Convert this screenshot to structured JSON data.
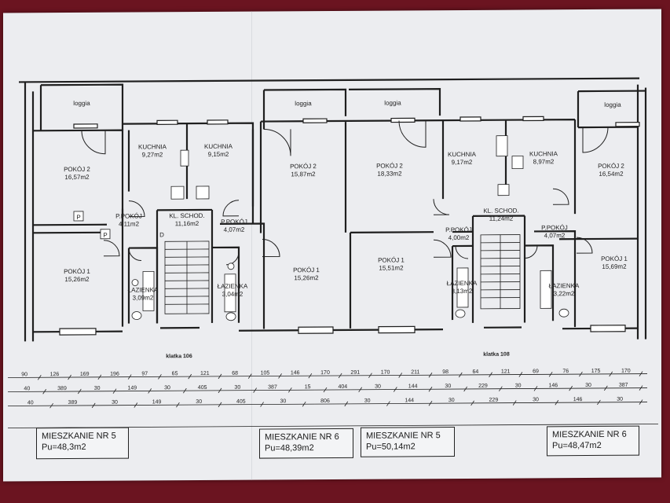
{
  "rooms": {
    "loggia_1": "loggia",
    "loggia_2": "loggia",
    "loggia_3": "loggia",
    "loggia_4": "loggia",
    "a_pokoj2_name": "POKÓJ 2",
    "a_pokoj2_area": "16,57m2",
    "a_pokoj1_name": "POKÓJ 1",
    "a_pokoj1_area": "15,26m2",
    "a_kuchnia_name": "KUCHNIA",
    "a_kuchnia_area": "9,27m2",
    "a_ppokoj_name": "P.POKÓJ",
    "a_ppokoj_area": "4,11m2",
    "a_lazienka_name": "ŁAZIENKA",
    "a_lazienka_area": "3,09m2",
    "b_kuchnia_name": "KUCHNIA",
    "b_kuchnia_area": "9,15m2",
    "b_ppokoj_name": "P.POKÓJ",
    "b_ppokoj_area": "4,07m2",
    "b_lazienka_name": "ŁAZIENKA",
    "b_lazienka_area": "3,04m2",
    "b_pokoj2_name": "POKÓJ 2",
    "b_pokoj2_area": "15,87m2",
    "b_pokoj1_name": "POKÓJ 1",
    "b_pokoj1_area": "15,26m2",
    "kl1_name": "KL. SCHOD.",
    "kl1_area": "11,16m2",
    "c_pokoj2_name": "POKÓJ 2",
    "c_pokoj2_area": "18,33m2",
    "c_pokoj1_name": "POKÓJ 1",
    "c_pokoj1_area": "15,51m2",
    "c_kuchnia_name": "KUCHNIA",
    "c_kuchnia_area": "9,17m2",
    "c_ppokoj_name": "P.POKÓJ",
    "c_ppokoj_area": "4,00m2",
    "c_lazienka_name": "ŁAZIENKA",
    "c_lazienka_area": "3,13m2",
    "kl2_name": "KL. SCHOD.",
    "kl2_area": "11,24m2",
    "d_kuchnia_name": "KUCHNIA",
    "d_kuchnia_area": "8,97m2",
    "d_ppokoj_name": "P.POKÓJ",
    "d_ppokoj_area": "4,07m2",
    "d_lazienka_name": "ŁAZIENKA",
    "d_lazienka_area": "3,22m2",
    "d_pokoj2_name": "POKÓJ 2",
    "d_pokoj2_area": "16,54m2",
    "d_pokoj1_name": "POKÓJ 1",
    "d_pokoj1_area": "15,69m2",
    "p_mark_1": "P",
    "p_mark_2": "P",
    "d_mark": "D"
  },
  "staircases": {
    "left": "klatka 106",
    "right": "klatka 108"
  },
  "dimensions": {
    "row1": [
      "90",
      "126",
      "169",
      "196",
      "97",
      "65",
      "121",
      "68",
      "105",
      "146",
      "170",
      "291",
      "170",
      "211",
      "98",
      "64",
      "121",
      "69",
      "76",
      "175",
      "170"
    ],
    "row2": [
      "40",
      "389",
      "30",
      "149",
      "30",
      "405",
      "30",
      "387",
      "15",
      "404",
      "30",
      "144",
      "30",
      "229",
      "30",
      "146",
      "30",
      "387"
    ],
    "row3": [
      "40",
      "389",
      "30",
      "149",
      "30",
      "405",
      "30",
      "806",
      "30",
      "144",
      "30",
      "229",
      "30",
      "146",
      "30"
    ]
  },
  "apartments": [
    {
      "name": "MIESZKANIE NR 5",
      "area": "Pu=48,3m2"
    },
    {
      "name": "MIESZKANIE NR 6",
      "area": "Pu=48,39m2"
    },
    {
      "name": "MIESZKANIE NR 5",
      "area": "Pu=50,14m2"
    },
    {
      "name": "MIESZKANIE NR 6",
      "area": "Pu=48,47m2"
    }
  ]
}
